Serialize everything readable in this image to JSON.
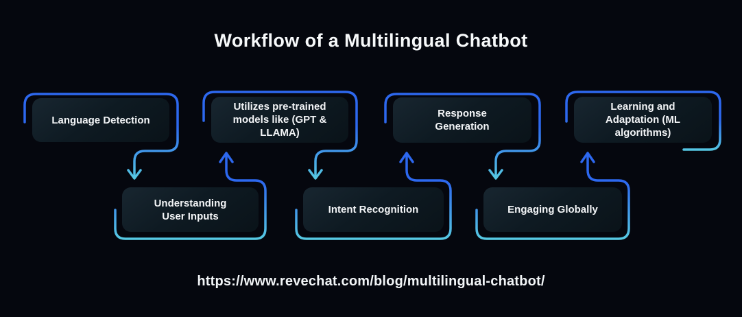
{
  "title": "Workflow of a Multilingual Chatbot",
  "source_url": "https://www.revechat.com/blog/multilingual-chatbot/",
  "colors": {
    "background": "#05070e",
    "box_fill_light": "#182630",
    "box_fill_dark": "#0a1319",
    "stroke_blue": "#2d68ef",
    "stroke_cyan": "#58cde2",
    "text": "#f2f4f6"
  },
  "nodes": [
    {
      "id": "language-detection",
      "row": "top",
      "label": "Language Detection"
    },
    {
      "id": "understanding-user-inputs",
      "row": "bottom",
      "label": "Understanding\nUser Inputs"
    },
    {
      "id": "utilizes-pretrained-models",
      "row": "top",
      "label": "Utilizes pre-trained\nmodels like (GPT &\nLLAMA)"
    },
    {
      "id": "intent-recognition",
      "row": "bottom",
      "label": "Intent Recognition"
    },
    {
      "id": "response-generation",
      "row": "top",
      "label": "Response\nGeneration"
    },
    {
      "id": "engaging-globally",
      "row": "bottom",
      "label": "Engaging Globally"
    },
    {
      "id": "learning-and-adaptation",
      "row": "top",
      "label": "Learning and\nAdaptation (ML\nalgorithms)"
    }
  ],
  "connections": [
    {
      "from": "Language Detection",
      "to": "Understanding User Inputs",
      "direction": "down"
    },
    {
      "from": "Understanding User Inputs",
      "to": "Utilizes pre-trained models like (GPT & LLAMA)",
      "direction": "up"
    },
    {
      "from": "Utilizes pre-trained models like (GPT & LLAMA)",
      "to": "Intent Recognition",
      "direction": "down"
    },
    {
      "from": "Intent Recognition",
      "to": "Response Generation",
      "direction": "up"
    },
    {
      "from": "Response Generation",
      "to": "Engaging Globally",
      "direction": "down"
    },
    {
      "from": "Engaging Globally",
      "to": "Learning and Adaptation (ML algorithms)",
      "direction": "up"
    }
  ]
}
